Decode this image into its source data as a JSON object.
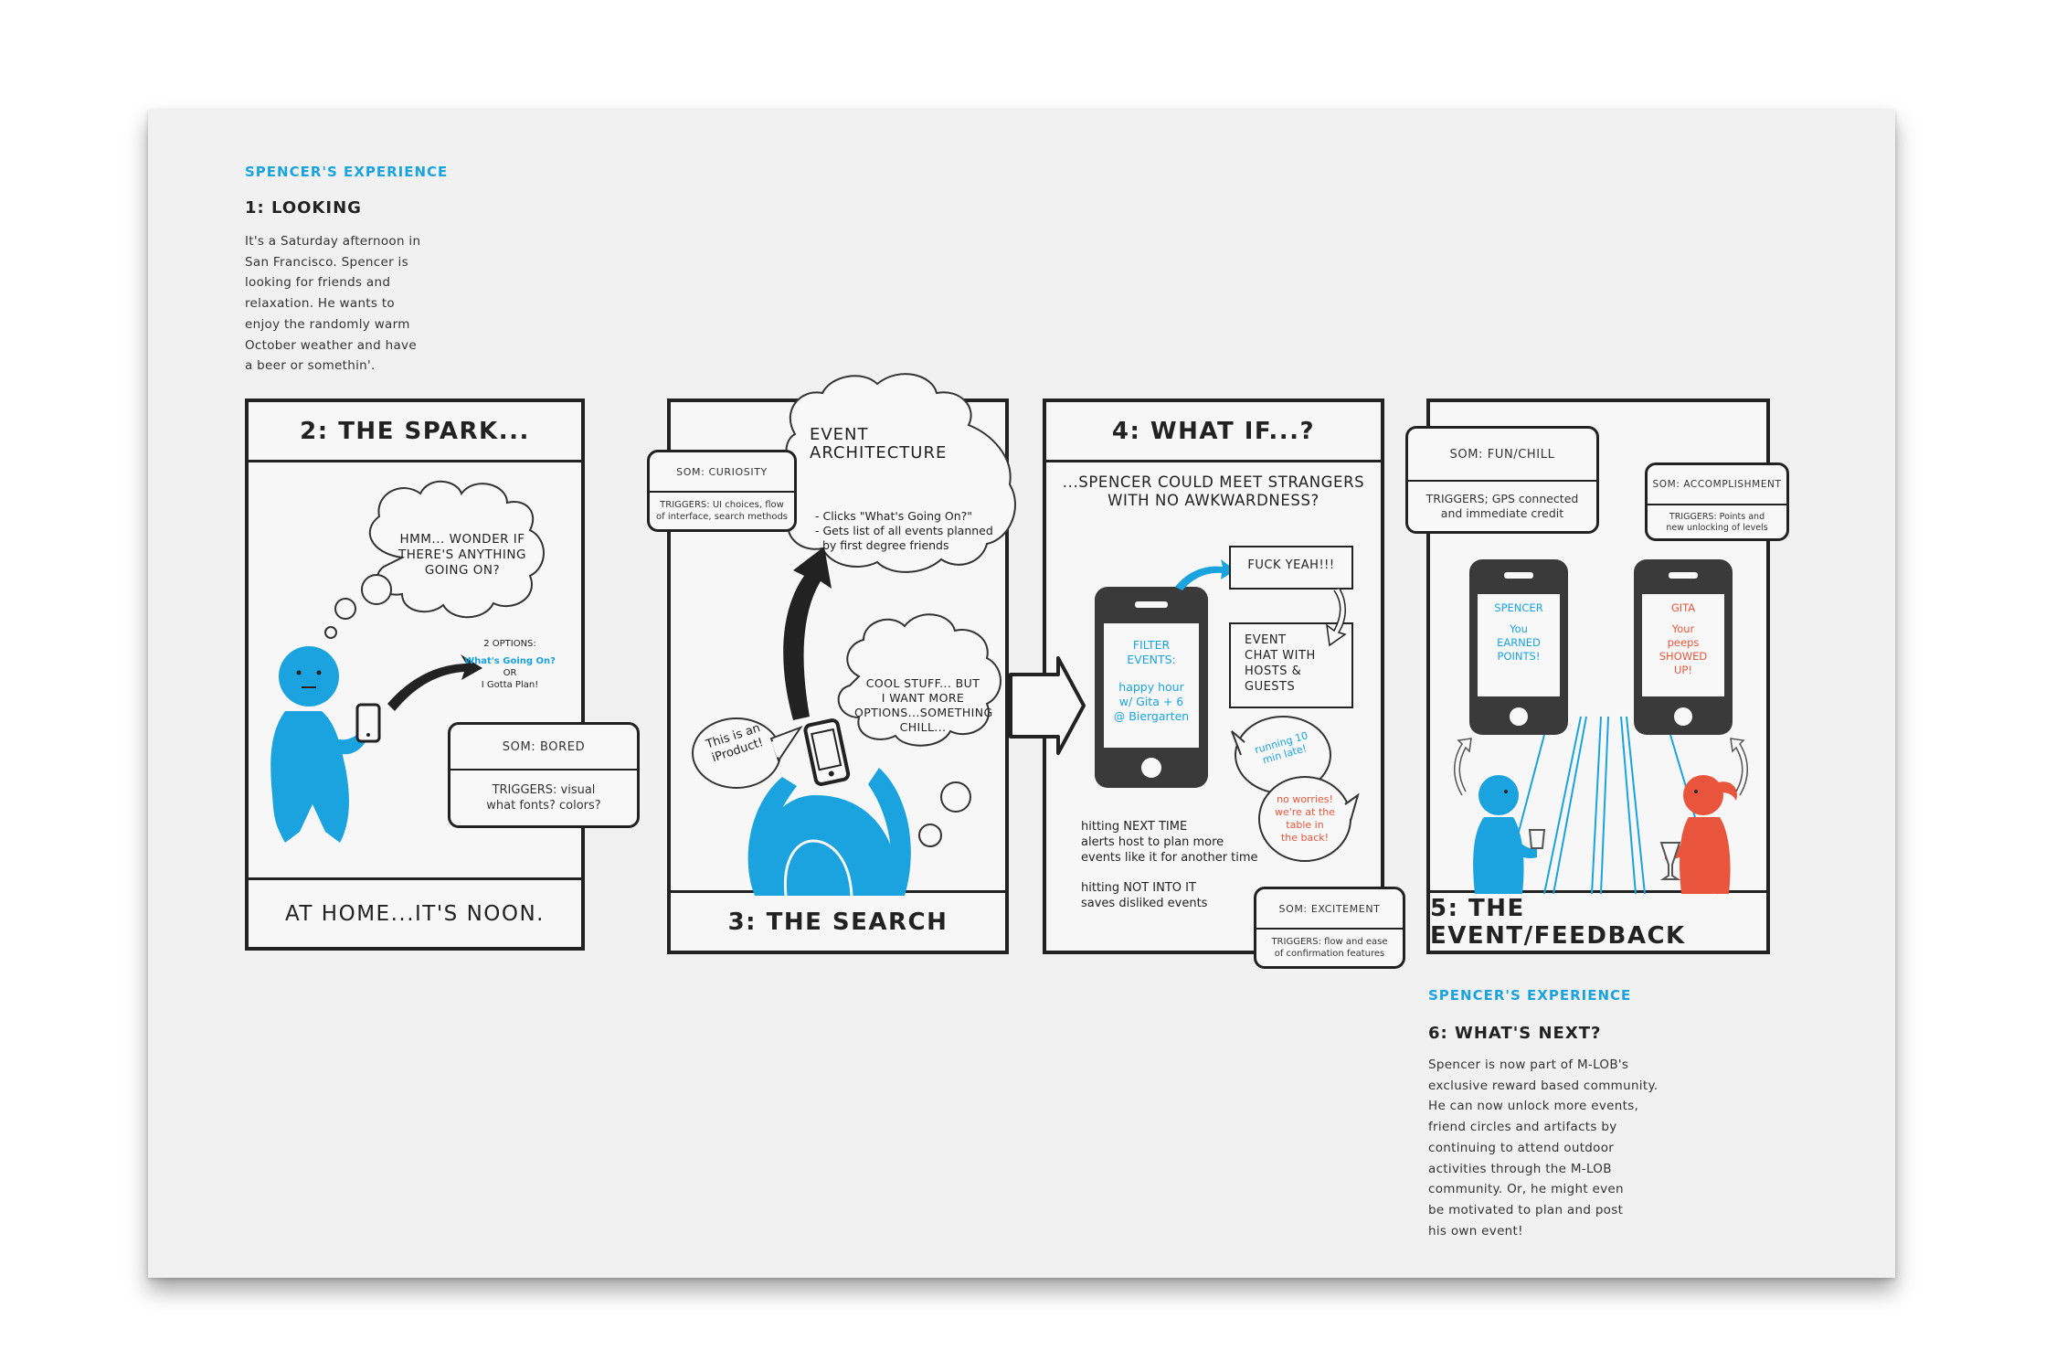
{
  "colors": {
    "accent_blue": "#1aa3df",
    "accent_red": "#e8553c",
    "ink": "#222222",
    "sheet": "#f1f1f1"
  },
  "section1": {
    "experience_title": "SPENCER'S EXPERIENCE",
    "step_title": "1: LOOKING",
    "lines": [
      "It's a Saturday afternoon in",
      "San Francisco. Spencer is",
      "looking for friends and",
      "relaxation. He wants to",
      "enjoy the randomly warm",
      "October weather and have",
      "a beer or somethin'."
    ]
  },
  "panel2": {
    "title": "2: THE SPARK...",
    "thought": [
      "HMM... WONDER IF",
      "THERE'S ANYTHING",
      "GOING ON?"
    ],
    "options_label": "2 OPTIONS:",
    "option1": "What's Going On?",
    "or": "OR",
    "option2": "I Gotta Plan!",
    "som": {
      "header": "SOM: BORED",
      "triggers": [
        "TRIGGERS: visual",
        "what fonts? colors?"
      ]
    },
    "footer": "AT HOME...IT'S NOON."
  },
  "panel3": {
    "title": "3: THE SEARCH",
    "som": {
      "header": "SOM: CURIOSITY",
      "triggers": [
        "TRIGGERS: UI choices, flow",
        "of interface, search methods"
      ]
    },
    "cloud_title": [
      "EVENT",
      "ARCHITECTURE"
    ],
    "cloud_items": [
      "- Clicks \"What's Going On?\"",
      "- Gets list of all events planned",
      "  by first degree friends"
    ],
    "speech": [
      "This is an",
      "iProduct!"
    ],
    "thought": [
      "COOL STUFF... BUT",
      "I WANT MORE",
      "OPTIONS...SOMETHING",
      "CHILL..."
    ]
  },
  "panel4": {
    "title": "4: WHAT IF...?",
    "subtitle": [
      "...SPENCER COULD MEET STRANGERS",
      "WITH NO AWKWARDNESS?"
    ],
    "phone": {
      "l1": "FILTER",
      "l2": "EVENTS:",
      "l3": "happy hour",
      "l4": "w/ Gita + 6",
      "l5": "@ Biergarten"
    },
    "box1": "FUCK YEAH!!!",
    "box2": [
      "EVENT",
      "CHAT WITH",
      "HOSTS &",
      "GUESTS"
    ],
    "bubble1": [
      "running 10",
      "min late!"
    ],
    "bubble2": [
      "no worries!",
      "we're at the",
      "table in",
      "the back!"
    ],
    "notes1": [
      "hitting NEXT TIME",
      "alerts host to plan more",
      "events like it for another time"
    ],
    "notes2": [
      "hitting NOT INTO IT",
      "saves disliked events"
    ],
    "som": {
      "header": "SOM: EXCITEMENT",
      "triggers": [
        "TRIGGERS: flow and ease",
        "of confirmation features"
      ]
    }
  },
  "panel5": {
    "title": "5: THE EVENT/FEEDBACK",
    "som1": {
      "header": "SOM: FUN/CHILL",
      "triggers": [
        "TRIGGERS; GPS connected",
        "and immediate credit"
      ]
    },
    "som2": {
      "header": "SOM: ACCOMPLISHMENT",
      "triggers": [
        "TRIGGERS: Points and",
        "new unlocking of levels"
      ]
    },
    "phone1": {
      "name": "SPENCER",
      "lines": [
        "You",
        "EARNED",
        "POINTS!"
      ]
    },
    "phone2": {
      "name": "GITA",
      "lines": [
        "Your",
        "peeps",
        "SHOWED",
        "UP!"
      ]
    }
  },
  "section6": {
    "experience_title": "SPENCER'S EXPERIENCE",
    "step_title": "6: WHAT'S NEXT?",
    "lines": [
      "Spencer is now part of M-LOB's",
      "exclusive reward based community.",
      "He can now unlock more events,",
      "friend circles and artifacts by",
      "continuing to attend outdoor",
      "activities through the M-LOB",
      "community. Or, he might even",
      "be motivated to plan and post",
      "his own event!"
    ]
  }
}
